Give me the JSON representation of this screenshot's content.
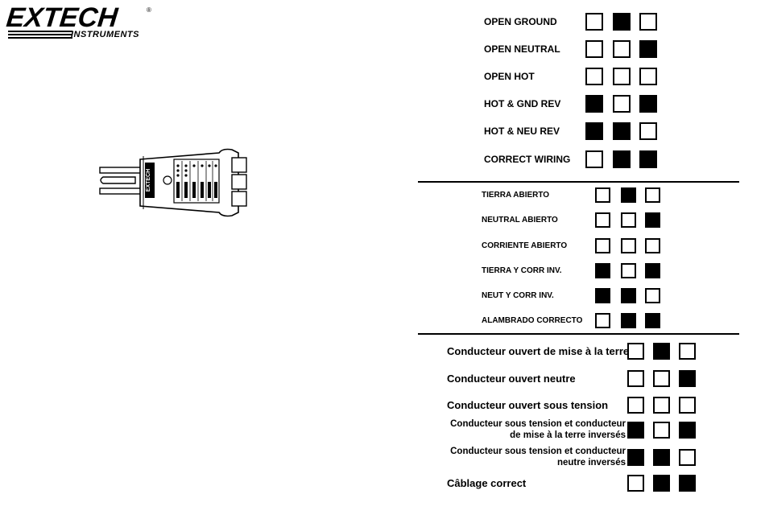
{
  "brand": {
    "name": "EXTECH",
    "registered": "®",
    "subline": "INSTRUMENTS"
  },
  "device": {
    "badge": "EXTECH"
  },
  "english": {
    "rows": [
      {
        "label": "OPEN GROUND",
        "lights": [
          0,
          1,
          0
        ]
      },
      {
        "label": "OPEN NEUTRAL",
        "lights": [
          0,
          0,
          1
        ]
      },
      {
        "label": "OPEN HOT",
        "lights": [
          0,
          0,
          0
        ]
      },
      {
        "label": "HOT & GND REV",
        "lights": [
          1,
          0,
          1
        ]
      },
      {
        "label": "HOT & NEU REV",
        "lights": [
          1,
          1,
          0
        ]
      },
      {
        "label": "CORRECT WIRING",
        "lights": [
          0,
          1,
          1
        ]
      }
    ]
  },
  "spanish": {
    "rows": [
      {
        "label": "TIERRA ABIERTO",
        "lights": [
          0,
          1,
          0
        ]
      },
      {
        "label": "NEUTRAL ABIERTO",
        "lights": [
          0,
          0,
          1
        ]
      },
      {
        "label": "CORRIENTE ABIERTO",
        "lights": [
          0,
          0,
          0
        ]
      },
      {
        "label": "TIERRA Y CORR INV.",
        "lights": [
          1,
          0,
          1
        ]
      },
      {
        "label": "NEUT Y CORR INV.",
        "lights": [
          1,
          1,
          0
        ]
      },
      {
        "label": "ALAMBRADO CORRECTO",
        "lights": [
          0,
          1,
          1
        ]
      }
    ]
  },
  "french": {
    "rows": [
      {
        "label": "Conducteur ouvert de mise à la terre",
        "lights": [
          0,
          1,
          0
        ]
      },
      {
        "label": "Conducteur ouvert neutre",
        "lights": [
          0,
          0,
          1
        ]
      },
      {
        "label": "Conducteur ouvert sous tension",
        "lights": [
          0,
          0,
          0
        ]
      },
      {
        "label": "Conducteur sous tension et conducteur",
        "label2": "de mise à la terre inversés",
        "lights": [
          1,
          0,
          1
        ]
      },
      {
        "label": "Conducteur sous tension et conducteur",
        "label2": "neutre inversés",
        "lights": [
          1,
          1,
          0
        ]
      },
      {
        "label": "Câblage correct",
        "lights": [
          0,
          1,
          1
        ]
      }
    ]
  }
}
